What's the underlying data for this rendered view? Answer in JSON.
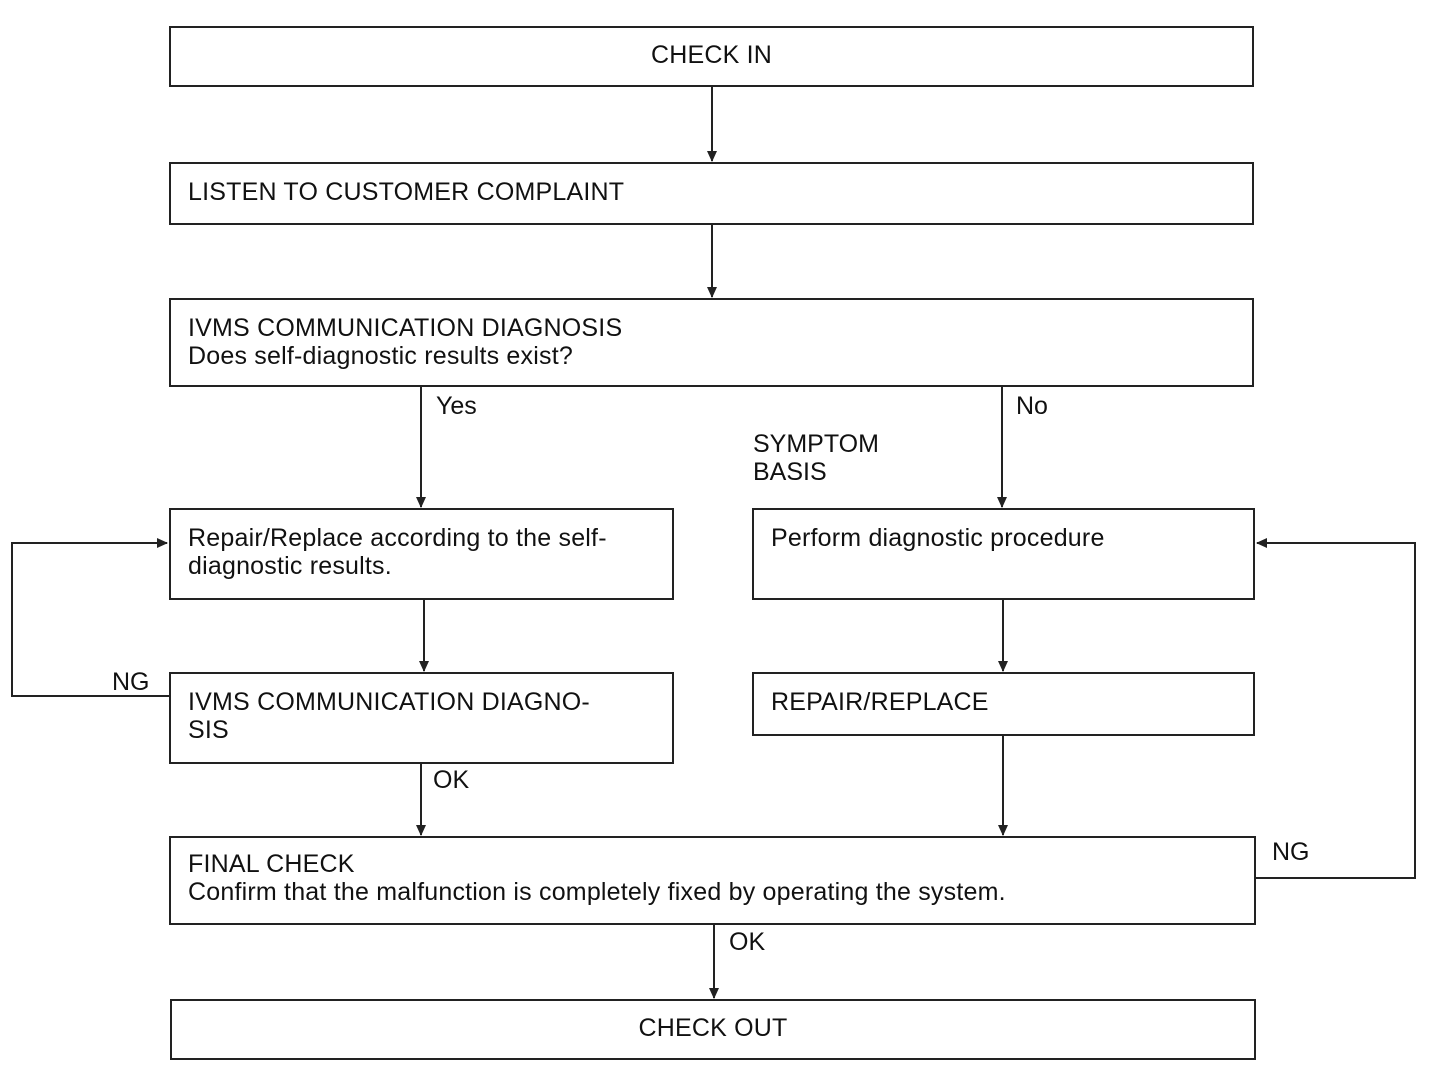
{
  "nodes": {
    "check_in": "CHECK IN",
    "listen": "LISTEN TO CUSTOMER COMPLAINT",
    "ivms_diag_title": "IVMS COMMUNICATION DIAGNOSIS",
    "ivms_diag_question": "Does self-diagnostic results exist?",
    "repair_self_diag": "Repair/Replace according to the self-\ndiagnostic results.",
    "ivms_diag_2": "IVMS COMMUNICATION DIAGNO-\nSIS",
    "perform_diag": "Perform diagnostic procedure",
    "repair_replace": "REPAIR/REPLACE",
    "final_check_title": "FINAL CHECK",
    "final_check_text": "Confirm that the malfunction is completely fixed by operating the system.",
    "check_out": "CHECK OUT"
  },
  "labels": {
    "yes": "Yes",
    "no": "No",
    "symptom_basis": "SYMPTOM\nBASIS",
    "ng_left": "NG",
    "ok_left": "OK",
    "ng_right": "NG",
    "ok_bottom": "OK"
  }
}
